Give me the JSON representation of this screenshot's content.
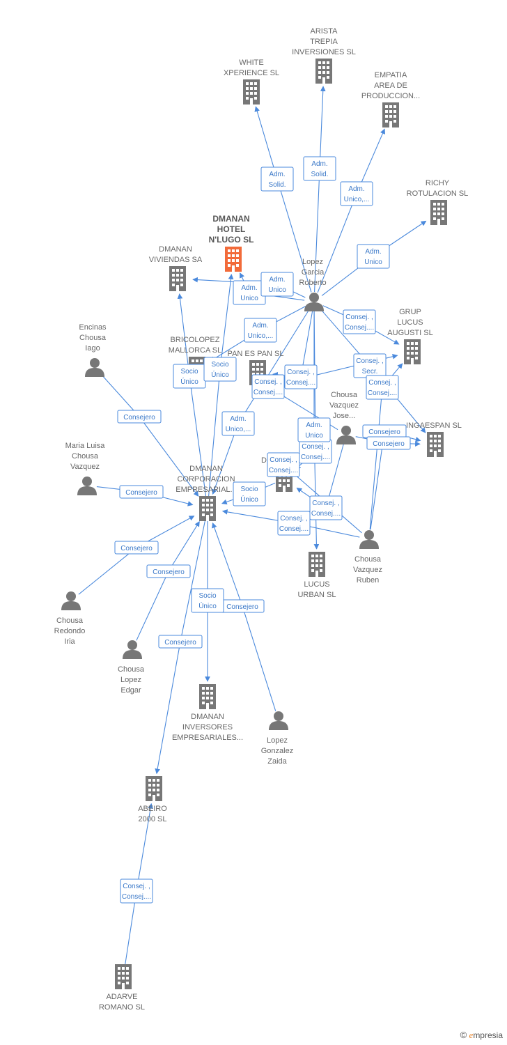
{
  "colors": {
    "edge": "#4a89dc",
    "node": "#777777",
    "main_node": "#f26b3a"
  },
  "nodes": [
    {
      "id": "arista",
      "type": "company",
      "lines": [
        "ARISTA",
        "TREPIA",
        "INVERSIONES SL"
      ]
    },
    {
      "id": "white",
      "type": "company",
      "lines": [
        "WHITE",
        "XPERIENCE SL"
      ]
    },
    {
      "id": "empatia",
      "type": "company",
      "lines": [
        "EMPATIA",
        "AREA DE",
        "PRODUCCION..."
      ]
    },
    {
      "id": "richy",
      "type": "company",
      "lines": [
        "RICHY",
        "ROTULACION SL"
      ]
    },
    {
      "id": "dmanan_hotel",
      "type": "company",
      "main": true,
      "lines": [
        "DMANAN",
        "HOTEL",
        "N'LUGO  SL"
      ]
    },
    {
      "id": "dmanan_viviendas",
      "type": "company",
      "lines": [
        "DMANAN",
        "VIVIENDAS SA"
      ]
    },
    {
      "id": "lopez_garcia",
      "type": "person",
      "lines": [
        "Lopez",
        "Garcia",
        "Roberto"
      ]
    },
    {
      "id": "grup_lucus",
      "type": "company",
      "lines": [
        "GRUP",
        "LUCUS",
        "AUGUSTI SL"
      ]
    },
    {
      "id": "encinas",
      "type": "person",
      "lines": [
        "Encinas",
        "Chousa",
        "Iago"
      ]
    },
    {
      "id": "bricolopez",
      "type": "company",
      "lines": [
        "BRICOLOPEZ",
        "MALLORCA SL"
      ]
    },
    {
      "id": "pan_es_pan",
      "type": "company",
      "lines": [
        "PAN ES PAN SL"
      ]
    },
    {
      "id": "chousa_jose",
      "type": "person",
      "lines": [
        "Chousa",
        "Vazquez",
        "Jose..."
      ]
    },
    {
      "id": "ingaespan",
      "type": "company",
      "lines": [
        "INGAESPAN SL"
      ]
    },
    {
      "id": "maria_luisa",
      "type": "person",
      "lines": [
        "Maria Luisa",
        "Chousa",
        "Vazquez"
      ]
    },
    {
      "id": "dl_bake",
      "type": "company",
      "lines": [
        "DL BAKE"
      ]
    },
    {
      "id": "dmanan_corp",
      "type": "company",
      "lines": [
        "DMANAN",
        "CORPORACION",
        "EMPRESARIAL..."
      ]
    },
    {
      "id": "chousa_ruben",
      "type": "person",
      "lines": [
        "Chousa",
        "Vazquez",
        "Ruben"
      ]
    },
    {
      "id": "lucus_urban",
      "type": "company",
      "lines": [
        "LUCUS",
        "URBAN SL"
      ]
    },
    {
      "id": "chousa_redondo",
      "type": "person",
      "lines": [
        "Chousa",
        "Redondo",
        "Iria"
      ]
    },
    {
      "id": "chousa_lopez",
      "type": "person",
      "lines": [
        "Chousa",
        "Lopez",
        "Edgar"
      ]
    },
    {
      "id": "dmanan_inversores",
      "type": "company",
      "lines": [
        "DMANAN",
        "INVERSORES",
        "EMPRESARIALES..."
      ]
    },
    {
      "id": "lopez_gonzalez",
      "type": "person",
      "lines": [
        "Lopez",
        "Gonzalez",
        "Zaida"
      ]
    },
    {
      "id": "abeiro",
      "type": "company",
      "lines": [
        "ABEIRO",
        "2000 SL"
      ]
    },
    {
      "id": "adarve",
      "type": "company",
      "lines": [
        "ADARVE",
        "ROMANO  SL"
      ]
    }
  ],
  "edges": [
    {
      "from": "lopez_garcia",
      "to": "white",
      "lines": [
        "Adm.",
        "Solid."
      ]
    },
    {
      "from": "lopez_garcia",
      "to": "arista",
      "lines": [
        "Adm.",
        "Solid."
      ]
    },
    {
      "from": "lopez_garcia",
      "to": "empatia",
      "lines": [
        "Adm.",
        "Unico,..."
      ]
    },
    {
      "from": "lopez_garcia",
      "to": "richy",
      "lines": [
        "Adm.",
        "Unico"
      ]
    },
    {
      "from": "lopez_garcia",
      "to": "dmanan_hotel",
      "lines": [
        "Adm.",
        "Unico"
      ]
    },
    {
      "from": "lopez_garcia",
      "to": "dmanan_viviendas",
      "lines": [
        "Adm.",
        "Unico"
      ]
    },
    {
      "from": "lopez_garcia",
      "to": "bricolopez",
      "lines": [
        "Adm.",
        "Unico,..."
      ]
    },
    {
      "from": "lopez_garcia",
      "to": "grup_lucus",
      "lines": [
        "Consej. ,",
        "Consej...."
      ]
    },
    {
      "from": "lopez_garcia",
      "to": "pan_es_pan",
      "lines": [
        "Consej. ,",
        "Consej...."
      ]
    },
    {
      "from": "lopez_garcia",
      "to": "dl_bake",
      "lines": [
        "Consej. ,",
        "Consej...."
      ]
    },
    {
      "from": "lopez_garcia",
      "to": "dmanan_corp",
      "lines": [
        "Adm.",
        "Unico,..."
      ]
    },
    {
      "from": "lopez_garcia",
      "to": "lucus_urban",
      "lines": [
        "Adm.",
        "Unico"
      ]
    },
    {
      "from": "lopez_garcia",
      "to": "ingaespan",
      "lines": [
        "Consej. ,",
        "Secr."
      ]
    },
    {
      "from": "dmanan_corp",
      "to": "dmanan_viviendas",
      "lines": [
        "Socio",
        "Único"
      ]
    },
    {
      "from": "dmanan_corp",
      "to": "dmanan_hotel",
      "lines": [
        "Socio",
        "Único"
      ]
    },
    {
      "from": "encinas",
      "to": "dmanan_corp",
      "lines": [
        "Consejero"
      ]
    },
    {
      "from": "maria_luisa",
      "to": "dmanan_corp",
      "lines": [
        "Consejero"
      ]
    },
    {
      "from": "chousa_redondo",
      "to": "dmanan_corp",
      "lines": [
        "Consejero"
      ]
    },
    {
      "from": "chousa_lopez",
      "to": "dmanan_corp",
      "lines": [
        "Consejero"
      ]
    },
    {
      "from": "lopez_gonzalez",
      "to": "dmanan_corp",
      "lines": [
        "Consejero"
      ]
    },
    {
      "from": "dmanan_corp",
      "to": "abeiro",
      "lines": [
        "Consejero"
      ]
    },
    {
      "from": "dmanan_corp",
      "to": "dmanan_inversores",
      "lines": [
        "Socio",
        "Único"
      ]
    },
    {
      "from": "chousa_ruben",
      "to": "dmanan_corp",
      "lines": [
        "Consej. ,",
        "Consej...."
      ]
    },
    {
      "from": "chousa_ruben",
      "to": "dl_bake",
      "lines": [
        "Consej. ,",
        "Consej...."
      ]
    },
    {
      "from": "chousa_ruben",
      "to": "grup_lucus",
      "lines": [
        "Consej. ,",
        "Consej...."
      ]
    },
    {
      "from": "chousa_ruben",
      "to": "ingaespan",
      "lines": [
        "Consejero"
      ]
    },
    {
      "from": "chousa_jose",
      "to": "grup_lucus",
      "lines": [
        "Consej. ,",
        "Consej...."
      ]
    },
    {
      "from": "chousa_jose",
      "to": "ingaespan",
      "lines": [
        "Consejero"
      ]
    },
    {
      "from": "chousa_jose",
      "to": "dl_bake",
      "lines": [
        "Consej. ,",
        "Consej...."
      ]
    },
    {
      "from": "dl_bake",
      "to": "dmanan_corp",
      "lines": [
        "Socio",
        "Único"
      ]
    },
    {
      "from": "adarve",
      "to": "abeiro",
      "lines": [
        "Consej. ,",
        "Consej...."
      ]
    }
  ],
  "brand": {
    "copyright": "©",
    "name": "mpresia",
    "initial": "e"
  }
}
